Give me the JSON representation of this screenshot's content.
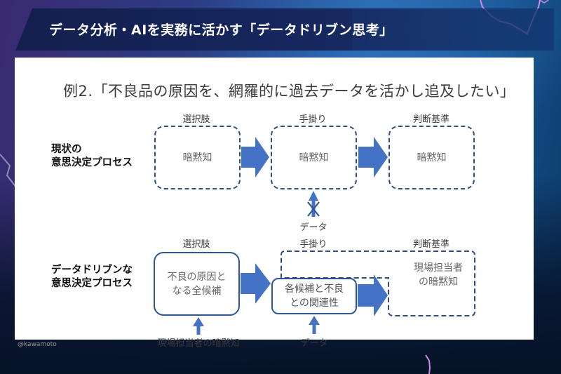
{
  "header": {
    "title": "データ分析・AIを実務に活かす「データドリブン思考」"
  },
  "slide": {
    "heading": "例2.「不良品の原因を、網羅的に過去データを活かし追及したい」",
    "watermark": "@kawamoto",
    "colors": {
      "arrow": "#4472c4",
      "box_border": "#2f5597",
      "dashed_border": "#2f4e80"
    },
    "current_process": {
      "row_label_line1": "現状の",
      "row_label_line2": "意思決定プロセス",
      "columns": [
        {
          "header": "選択肢",
          "box_text": "暗黙知",
          "border": "dashed"
        },
        {
          "header": "手掛り",
          "box_text": "暗黙知",
          "border": "dashed"
        },
        {
          "header": "判断基準",
          "box_text": "暗黙知",
          "border": "dashed"
        }
      ],
      "input_label": "データ",
      "input_blocked": true
    },
    "data_driven_process": {
      "row_label_line1": "データドリブンな",
      "row_label_line2": "意思決定プロセス",
      "columns": [
        {
          "header": "選択肢",
          "box_line1": "不良の原因と",
          "box_line2": "なる全候補",
          "border": "solid"
        },
        {
          "header": "手掛り",
          "box_line1": "各候補と不良",
          "box_line2": "との関連性",
          "border": "solid"
        },
        {
          "header": "判断基準",
          "box_line1": "現場担当者",
          "box_line2": "の暗黙知",
          "border": "dashed"
        }
      ],
      "inputs": [
        {
          "label": "現場担当者の暗黙知",
          "target": "選択肢"
        },
        {
          "label": "データ",
          "target": "手掛り"
        }
      ]
    }
  }
}
